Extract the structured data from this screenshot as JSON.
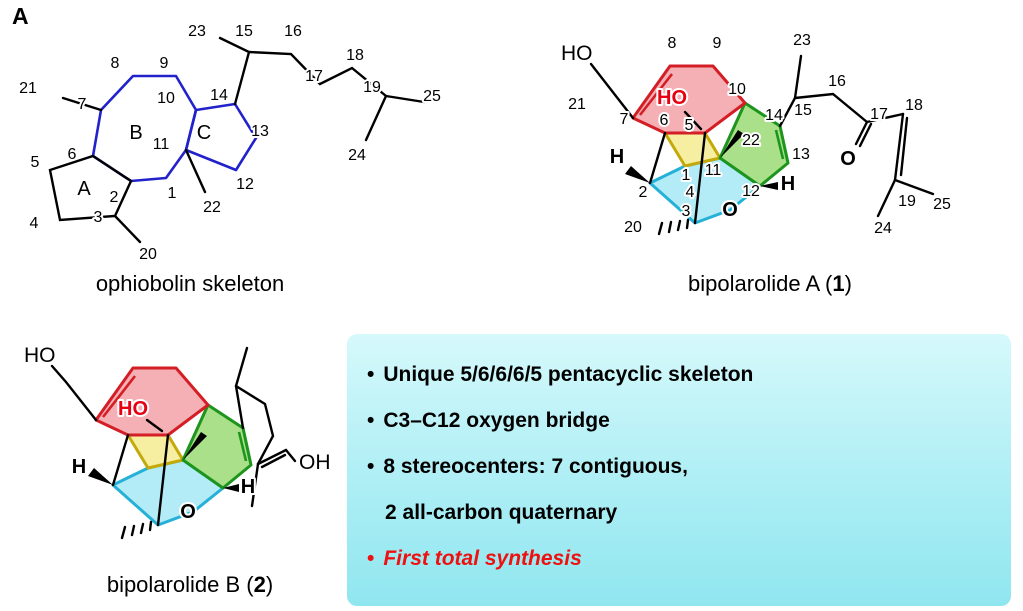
{
  "panel_label": "A",
  "ophiobolin": {
    "caption": "ophiobolin skeleton",
    "ring_labels": [
      "A",
      "B",
      "C"
    ],
    "atom_numbers": [
      "1",
      "2",
      "3",
      "4",
      "5",
      "6",
      "7",
      "8",
      "9",
      "10",
      "11",
      "12",
      "13",
      "14",
      "15",
      "16",
      "17",
      "18",
      "19",
      "20",
      "21",
      "22",
      "23",
      "24",
      "25"
    ]
  },
  "bipolarolide_a": {
    "caption_text": "bipolarolide A (",
    "compound_number": "1",
    "caption_close": ")",
    "hydroxyl_top": "HO",
    "hydroxyl_inner": "HO",
    "stereo_h_left": "H",
    "stereo_h_right": "H",
    "bridge_oxygen": "O",
    "ketone_oxygen": "O",
    "atom_numbers": [
      "1",
      "2",
      "3",
      "4",
      "5",
      "6",
      "7",
      "8",
      "9",
      "10",
      "11",
      "12",
      "13",
      "14",
      "15",
      "16",
      "17",
      "18",
      "19",
      "20",
      "21",
      "22",
      "23",
      "24",
      "25"
    ]
  },
  "bipolarolide_b": {
    "caption_text": "bipolarolide B (",
    "compound_number": "2",
    "caption_close": ")",
    "hydroxyl_top": "HO",
    "hydroxyl_inner": "HO",
    "stereo_h_left": "H",
    "stereo_h_right": "H",
    "bridge_oxygen": "O",
    "hydroxyl_chain": "OH"
  },
  "highlights": {
    "bullet_char": "•",
    "items": [
      "Unique 5/6/6/6/5 pentacyclic skeleton",
      "C3–C12 oxygen bridge",
      "8 stereocenters: 7 contiguous,",
      "2 all-carbon quaternary",
      "First total synthesis"
    ]
  },
  "colors": {
    "skeleton_highlight_blue": "#2222cc",
    "ring_red": "#d41e26",
    "ring_green": "#1d951d",
    "ring_cyan": "#25b1d7",
    "ring_yellow": "#c3a90a",
    "accent_red_text": "#ee1111",
    "box_background_cyan": "#b4f0f6"
  }
}
